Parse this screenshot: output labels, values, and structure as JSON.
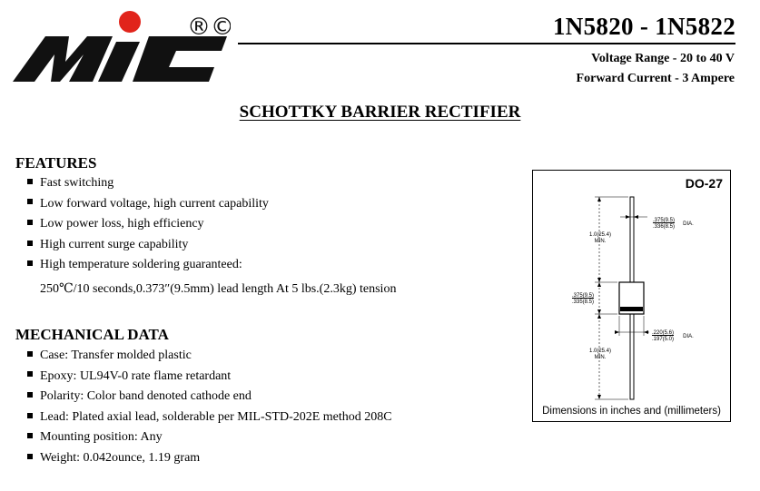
{
  "brand": {
    "registered_marks": "®©",
    "colors": {
      "logo_red": "#e1241b",
      "logo_black": "#111111"
    }
  },
  "header": {
    "part_range": "1N5820 - 1N5822",
    "voltage_range": "Voltage Range - 20 to 40 V",
    "forward_current": "Forward Current - 3 Ampere"
  },
  "title": "SCHOTTKY BARRIER RECTIFIER",
  "features": {
    "heading": "FEATURES",
    "items": [
      "Fast switching",
      "Low forward voltage, high current capability",
      "Low power loss, high efficiency",
      "High current surge capability",
      "High temperature soldering guaranteed:"
    ],
    "continuation": "250℃/10 seconds,0.373″(9.5mm) lead length At 5 lbs.(2.3kg) tension"
  },
  "mechanical": {
    "heading": "MECHANICAL DATA",
    "items": [
      "Case: Transfer molded plastic",
      "Epoxy: UL94V-0 rate flame retardant",
      "Polarity: Color band denoted cathode end",
      "Lead: Plated axial lead, solderable per MIL-STD-202E method 208C",
      "Mounting position: Any",
      "Weight:  0.042ounce, 1.19 gram"
    ]
  },
  "package": {
    "name": "DO-27",
    "caption": "Dimensions in inches and (millimeters)",
    "dims": {
      "lead_len_top": [
        "1.0(25.4)",
        "MIN."
      ],
      "lead_len_bottom": [
        "1.0(25.4)",
        "MIN."
      ],
      "lead_dia": [
        ".375(9.5)",
        ".336(8.5)"
      ],
      "lead_dia_label": "DIA.",
      "body_len": [
        ".375(9.5)",
        ".335(8.5)"
      ],
      "body_dia": [
        ".220(5.6)",
        ".197(5.0)"
      ],
      "body_dia_label": "DIA."
    }
  }
}
